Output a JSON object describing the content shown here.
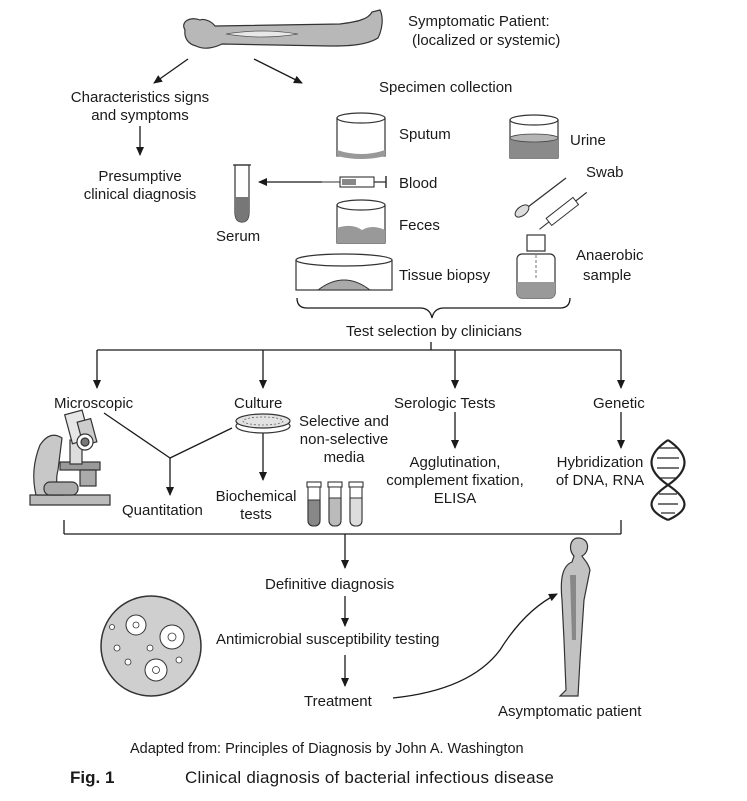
{
  "header": {
    "patient_label": "Symptomatic Patient:",
    "patient_sub": "(localized or systemic)"
  },
  "left_branch": {
    "signs_line1": "Characteristics signs",
    "signs_line2": "and symptoms",
    "diagnosis_line1": "Presumptive",
    "diagnosis_line2": "clinical diagnosis",
    "serum": "Serum"
  },
  "specimens": {
    "title": "Specimen collection",
    "sputum": "Sputum",
    "urine": "Urine",
    "swab": "Swab",
    "blood": "Blood",
    "feces": "Feces",
    "tissue": "Tissue biopsy",
    "anaerobic_line1": "Anaerobic",
    "anaerobic_line2": "sample"
  },
  "tests": {
    "selection": "Test selection by clinicians",
    "microscopic": "Microscopic",
    "culture": "Culture",
    "media_line1": "Selective and",
    "media_line2": "non-selective",
    "media_line3": "media",
    "serologic": "Serologic Tests",
    "genetic": "Genetic",
    "quantitation": "Quantitation",
    "biochem_line1": "Biochemical",
    "biochem_line2": "tests",
    "agglut_line1": "Agglutination,",
    "agglut_line2": "complement fixation,",
    "agglut_line3": "ELISA",
    "hybrid_line1": "Hybridization",
    "hybrid_line2": "of DNA, RNA"
  },
  "outcome": {
    "definitive": "Definitive diagnosis",
    "susceptibility": "Antimicrobial susceptibility testing",
    "treatment": "Treatment",
    "asymptomatic": "Asymptomatic patient"
  },
  "caption": {
    "source": "Adapted from: Principles of Diagnosis by John A. Washington",
    "fig_no": "Fig. 1",
    "fig_title": "Clinical diagnosis of bacterial infectious disease"
  }
}
